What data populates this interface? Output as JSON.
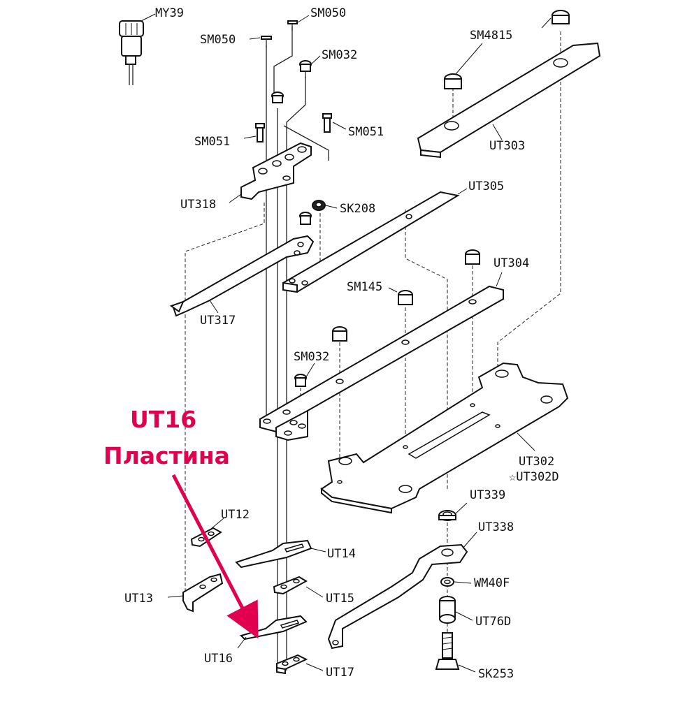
{
  "labels": {
    "MY39": "MY39",
    "SM050_a": "SM050",
    "SM050_b": "SM050",
    "SM032_a": "SM032",
    "SM051_a": "SM051",
    "SM051_b": "SM051",
    "SM4815": "SM4815",
    "UT303": "UT303",
    "UT318": "UT318",
    "SK208": "SK208",
    "UT305": "UT305",
    "UT317": "UT317",
    "SM145": "SM145",
    "UT304": "UT304",
    "SM032_b": "SM032",
    "UT302": "UT302",
    "UT302D": "☆UT302D",
    "UT339": "UT339",
    "UT338": "UT338",
    "UT12": "UT12",
    "UT14": "UT14",
    "WM40F": "WM40F",
    "UT13": "UT13",
    "UT15": "UT15",
    "UT76D": "UT76D",
    "UT16": "UT16",
    "UT17": "UT17",
    "SK253": "SK253"
  },
  "callout": {
    "line1": "UT16",
    "line2": "Пластина",
    "color": "#e0004d"
  }
}
